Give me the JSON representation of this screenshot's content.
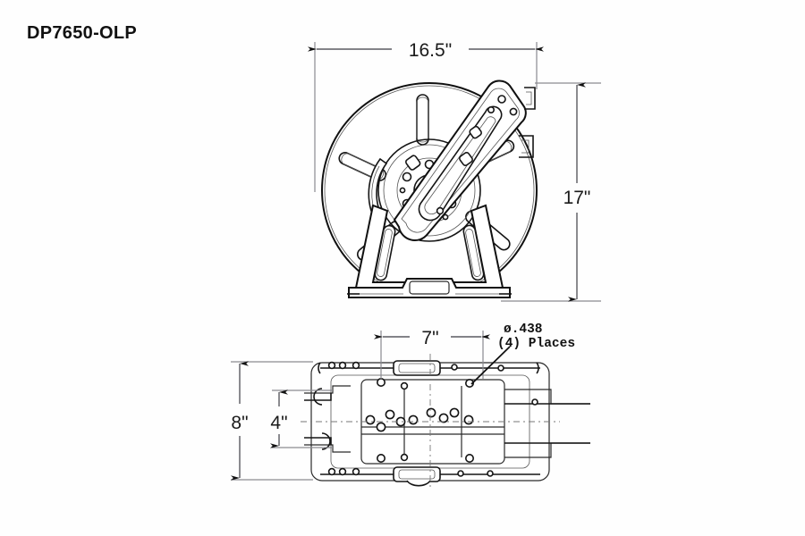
{
  "page": {
    "title": "DP7650-OLP",
    "background_color": "#fefefe",
    "line_color": "#111111",
    "dim_color": "#5a5a60"
  },
  "drawing": {
    "type": "engineering-dimension-drawing",
    "subject": "hose reel",
    "views": [
      {
        "id": "front-view",
        "name": "Front Elevation View"
      },
      {
        "id": "top-view",
        "name": "Top / Plan View"
      }
    ]
  },
  "dimensions": {
    "width_overall": "16.5\"",
    "height_overall": "17\"",
    "mount_hole_spacing": "7\"",
    "base_depth_overall": "8\"",
    "base_inner_spacing": "4\""
  },
  "annotations": {
    "hole_note_line1": "ø.438",
    "hole_note_line2": "(4) Places"
  }
}
